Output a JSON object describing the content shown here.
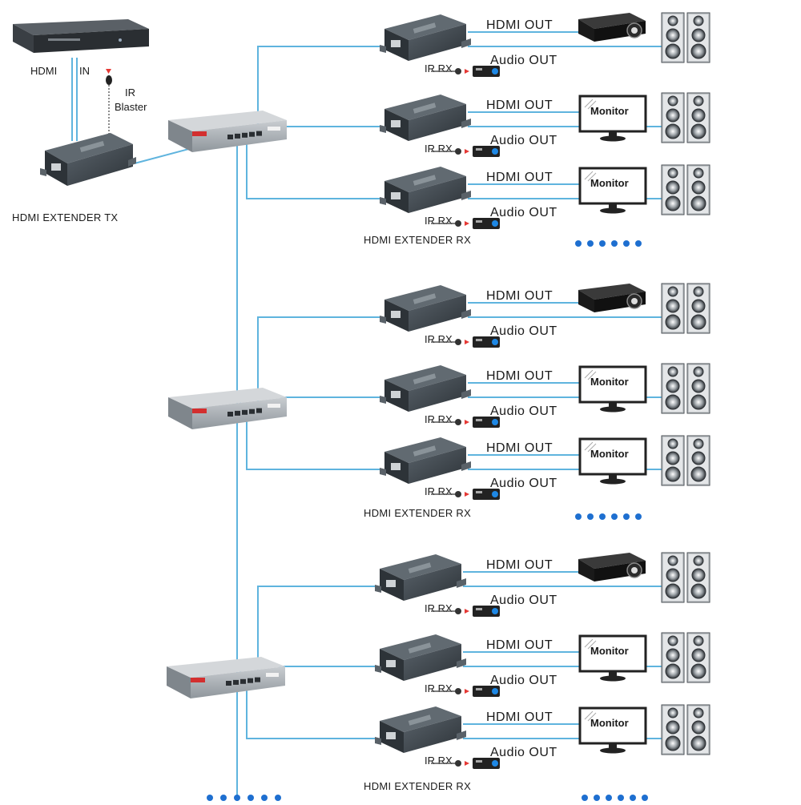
{
  "labels": {
    "hdmi": "HDMI",
    "in": "IN",
    "ir": "IR",
    "blaster": "Blaster",
    "tx_caption": "HDMI EXTENDER TX",
    "rx_caption": "HDMI EXTENDER RX",
    "hdmi_out": "HDMI  OUT",
    "audio_out": "Audio OUT",
    "ir_rx": "IR RX",
    "monitor": "Monitor"
  },
  "groups": [
    {
      "sinks": [
        "projector",
        "monitor",
        "monitor"
      ]
    },
    {
      "sinks": [
        "projector",
        "monitor",
        "monitor"
      ]
    },
    {
      "sinks": [
        "projector",
        "monitor",
        "monitor"
      ]
    }
  ],
  "colors": {
    "cable": "#5fb4de",
    "device": "#3b4248",
    "dots": "#1e6fd0",
    "box_text": "#1a1a1a"
  }
}
